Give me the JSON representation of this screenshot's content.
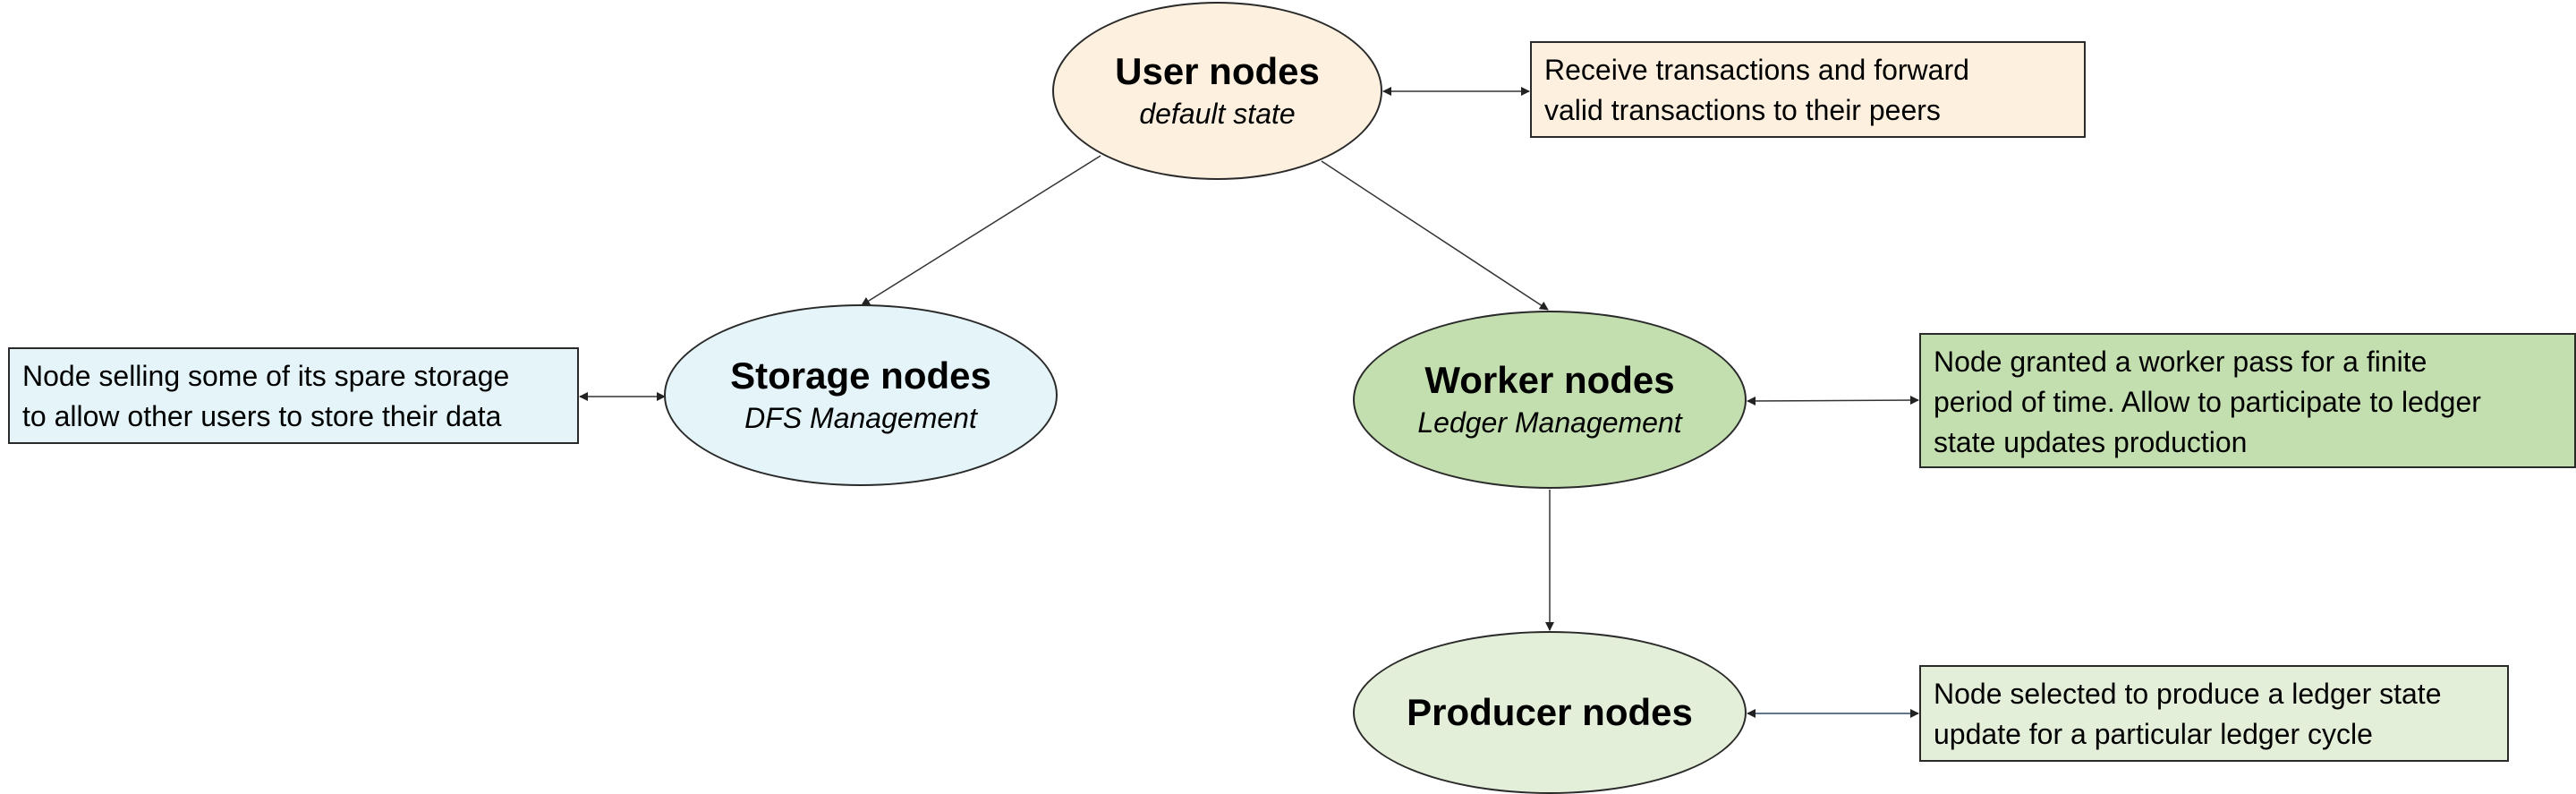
{
  "nodes": {
    "user": {
      "title": "User nodes",
      "subtitle": "default state",
      "fill": "#fdf0de"
    },
    "storage": {
      "title": "Storage nodes",
      "subtitle": "DFS Management",
      "fill": "#e4f4f9"
    },
    "worker": {
      "title": "Worker nodes",
      "subtitle": "Ledger Management",
      "fill": "#c3dfb0"
    },
    "producer": {
      "title": "Producer nodes",
      "fill": "#e3efd9"
    }
  },
  "descriptions": {
    "user": {
      "lines": [
        "Receive transactions and forward",
        "valid transactions to their peers"
      ]
    },
    "storage": {
      "lines": [
        "Node selling some of its spare storage",
        "to allow other users to store their data"
      ]
    },
    "worker": {
      "lines": [
        "Node granted a worker pass for a finite",
        "period of time. Allow to participate to ledger",
        "state updates production"
      ]
    },
    "producer": {
      "lines": [
        "Node selected to produce a ledger state",
        "update for a particular ledger cycle"
      ]
    }
  },
  "edges": [
    {
      "from": "user",
      "to": "storage",
      "kind": "arrow"
    },
    {
      "from": "user",
      "to": "worker",
      "kind": "arrow"
    },
    {
      "from": "worker",
      "to": "producer",
      "kind": "arrow"
    },
    {
      "from": "user",
      "to": "user-description",
      "kind": "double-arrow"
    },
    {
      "from": "storage",
      "to": "storage-description",
      "kind": "double-arrow"
    },
    {
      "from": "worker",
      "to": "worker-description",
      "kind": "double-arrow"
    },
    {
      "from": "producer",
      "to": "producer-description",
      "kind": "double-arrow"
    }
  ]
}
